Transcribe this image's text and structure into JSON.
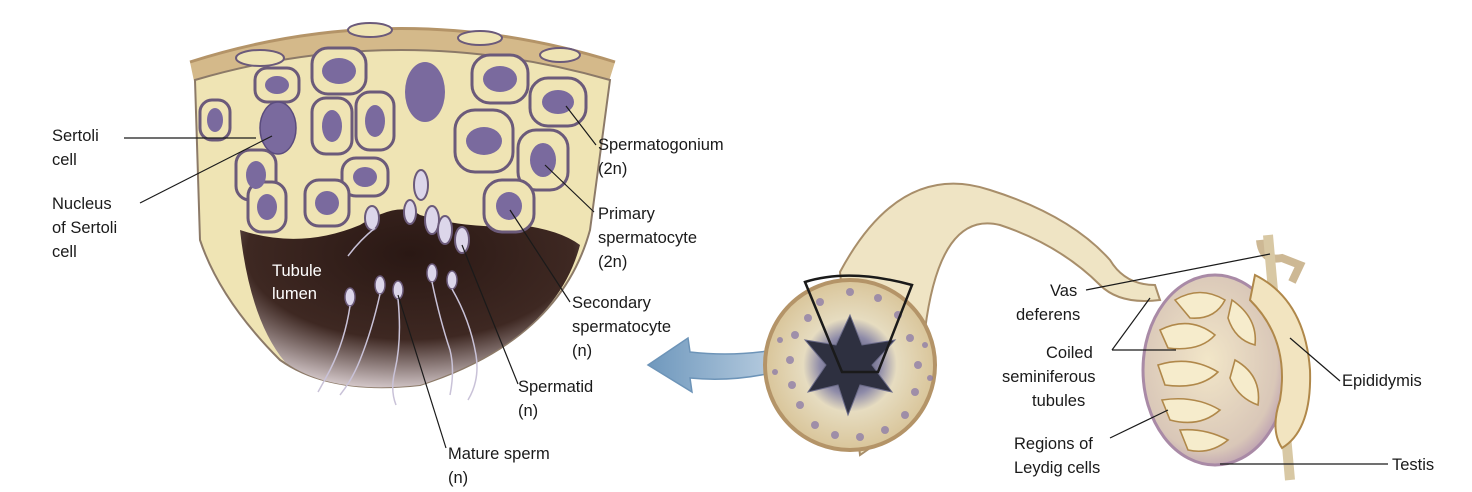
{
  "labels": {
    "sertoli_cell": [
      "Sertoli",
      "cell"
    ],
    "nucleus_sertoli": [
      "Nucleus",
      "of Sertoli",
      "cell"
    ],
    "tubule_lumen": [
      "Tubule",
      "lumen"
    ],
    "spermatogonium": [
      "Spermatogonium",
      "(2n)"
    ],
    "primary_spermatocyte": [
      "Primary",
      "spermatocyte",
      "(2n)"
    ],
    "secondary_spermatocyte": [
      "Secondary",
      "spermatocyte",
      "(n)"
    ],
    "spermatid": [
      "Spermatid",
      "(n)"
    ],
    "mature_sperm": [
      "Mature sperm",
      "(n)"
    ],
    "vas_deferens": [
      "Vas",
      "deferens"
    ],
    "coiled_tubules": [
      "Coiled",
      "seminiferous",
      "tubules"
    ],
    "leydig_regions": [
      "Regions of",
      "Leydig cells"
    ],
    "epididymis": [
      "Epididymis"
    ],
    "testis": [
      "Testis"
    ]
  },
  "colors": {
    "cytoplasm": "#efe4b4",
    "cell_border": "#6b5a7a",
    "nucleus": "#7a6a9e",
    "lumen": "#3a2420",
    "tubule_wall": "#d8c39a",
    "arrow": "#7fa6c6"
  }
}
